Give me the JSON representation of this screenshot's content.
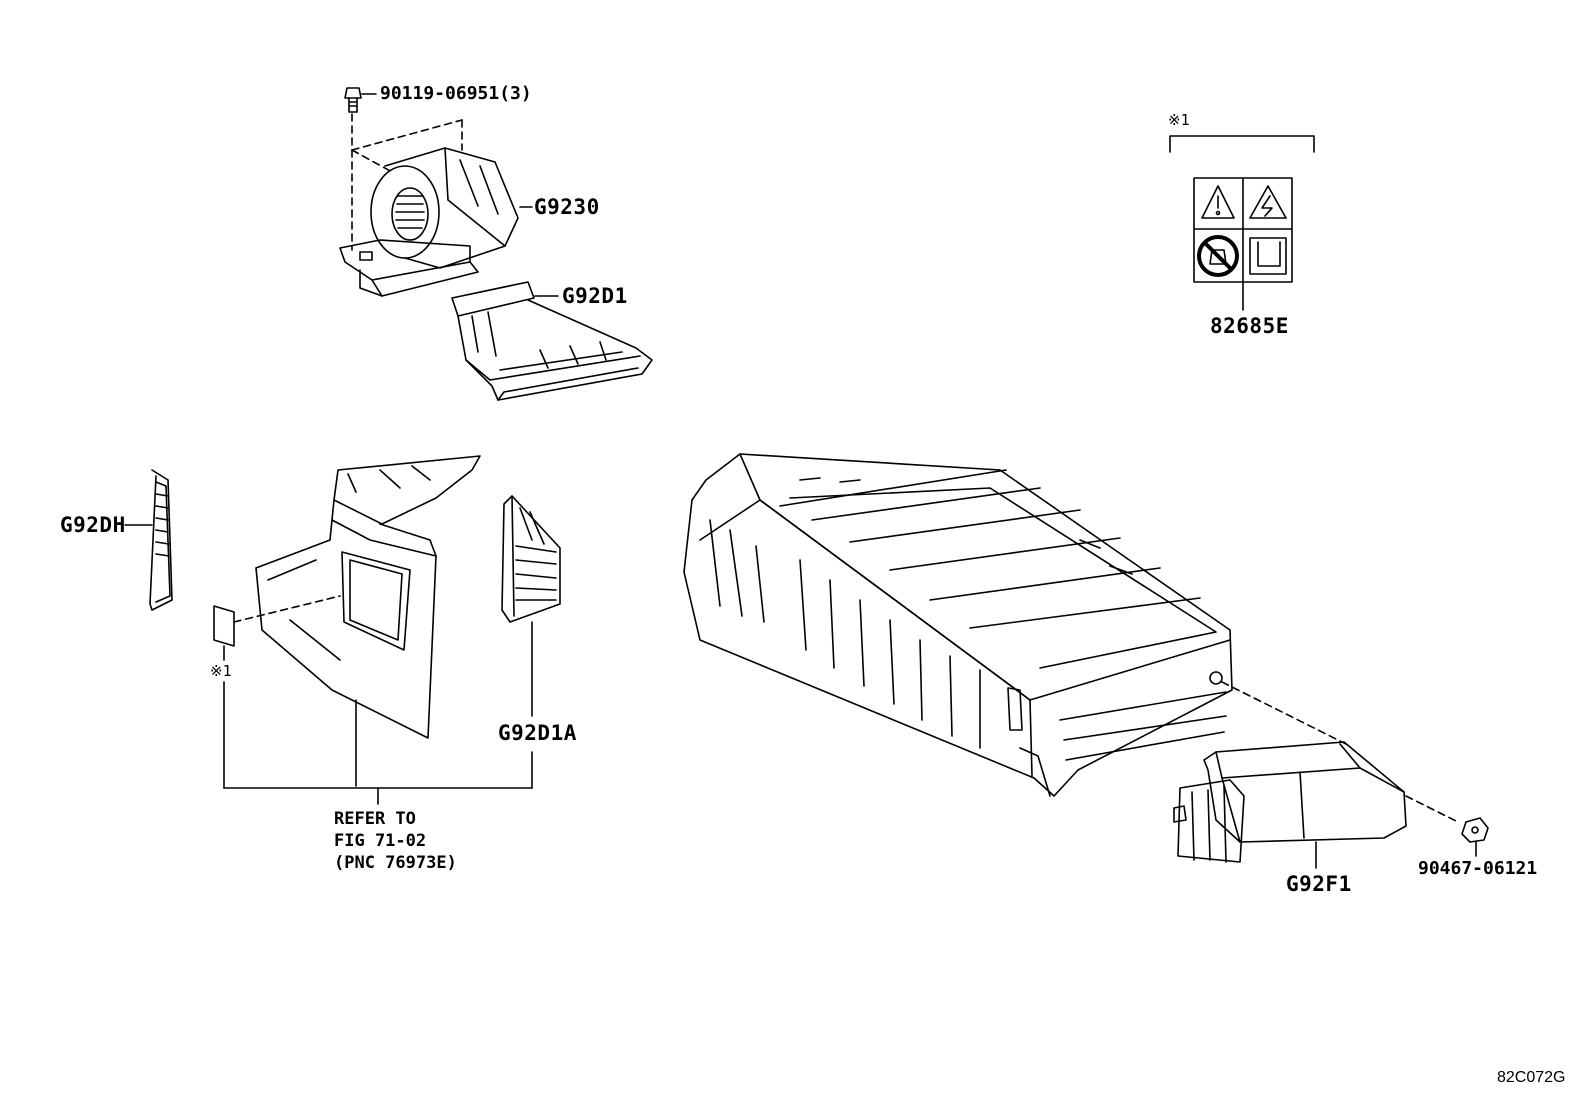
{
  "labels": {
    "bolt": "90119-06951(3)",
    "blower": "G9230",
    "duct_upper": "G92D1",
    "caution_label": "82685E",
    "note_mark_top": "※1",
    "note_mark_left": "※1",
    "panel_left": "G92DH",
    "duct_side": "G92D1A",
    "refer_line1": "REFER TO",
    "refer_line2": "FIG 71-02",
    "refer_line3": "(PNC 76973E)",
    "cover": "G92F1",
    "clip": "90467-06121",
    "drawing_code": "82C072G"
  }
}
